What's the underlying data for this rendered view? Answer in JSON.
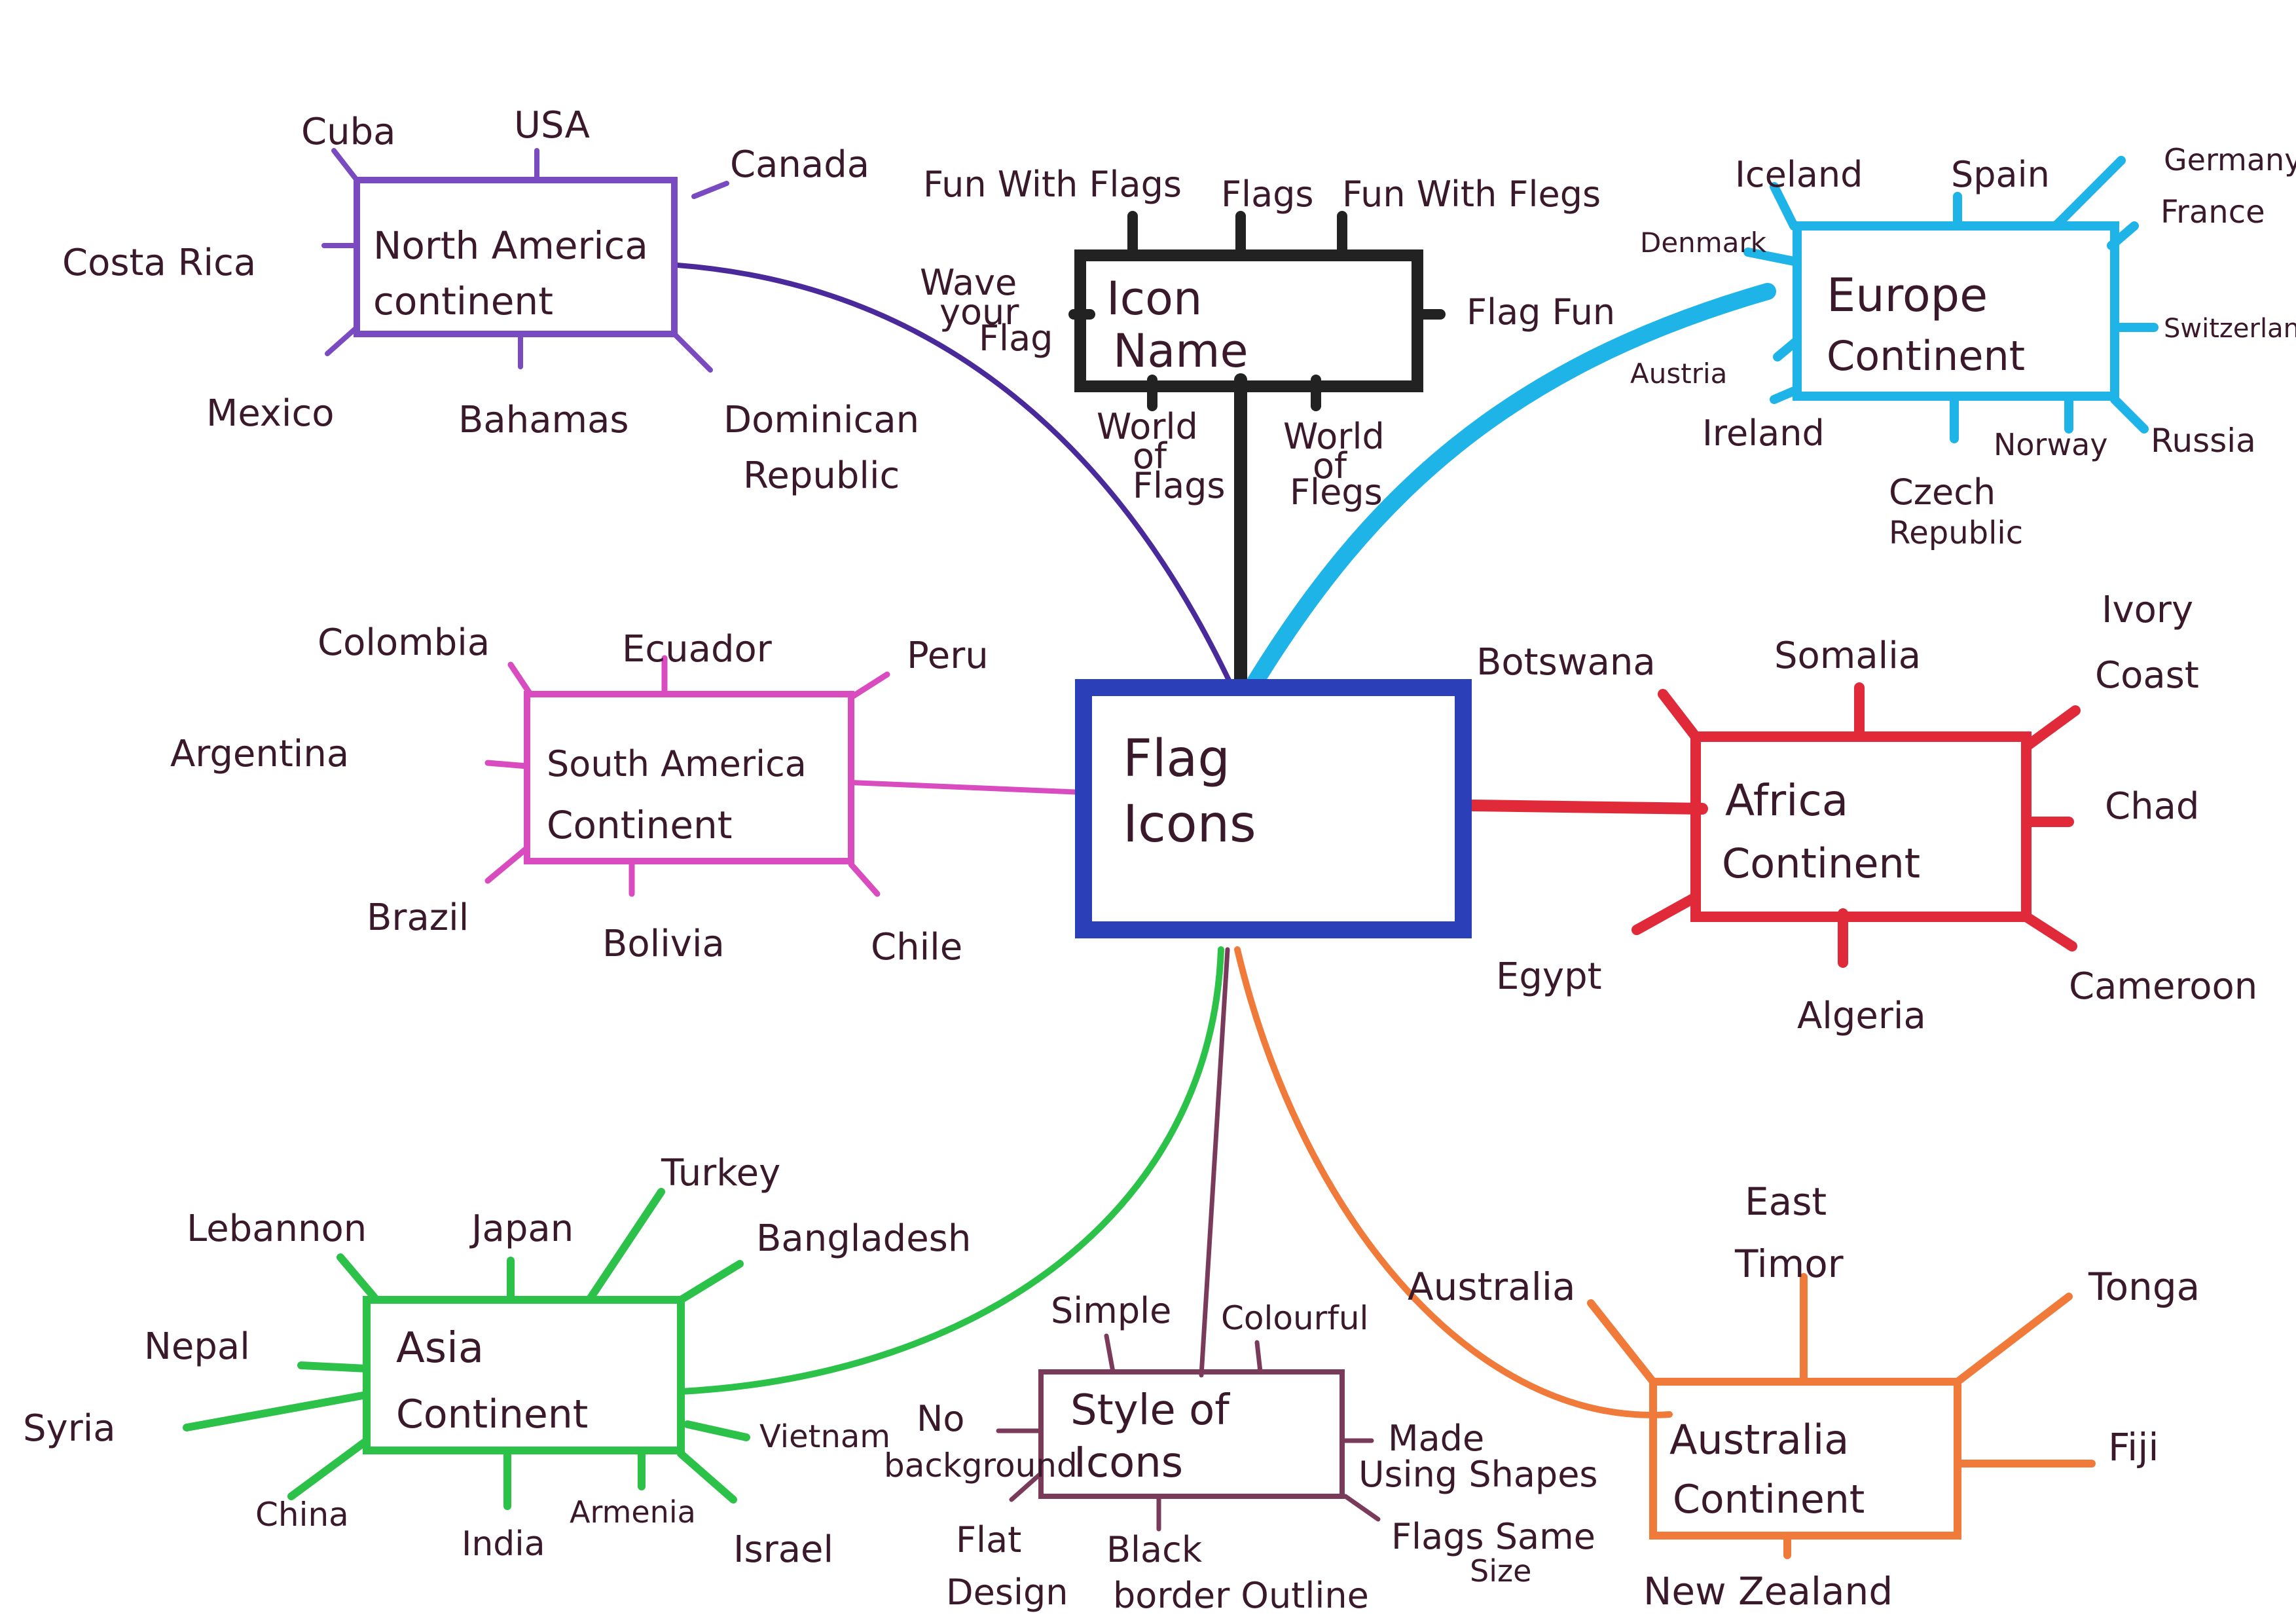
{
  "colors": {
    "center": "#2b3fb8",
    "north_america": "#7a4bc0",
    "north_america_link": "#4a2a9a",
    "europe": "#1fb4e8",
    "south_america": "#d94cc0",
    "africa": "#e02a3a",
    "asia": "#2cc24a",
    "australia": "#f07a3a",
    "style": "#7a3a5a",
    "icon_name": "#222222",
    "text": "#3a1a2a"
  },
  "center": {
    "line1": "Flag",
    "line2": "Icons"
  },
  "icon_name": {
    "line1": "Icon",
    "line2": "Name",
    "labels": {
      "fun_with_flags_1": "Fun With Flags",
      "flags": "Flags",
      "fun_with_flegs": "Fun With Flegs",
      "wave_1": "Wave",
      "wave_2": "your",
      "wave_3": "Flag",
      "flag_fun": "Flag Fun",
      "world_of_flags_1": "World",
      "world_of_flags_2": "of",
      "world_of_flags_3": "Flags",
      "world_of_flegs_1": "World",
      "world_of_flegs_2": "of",
      "world_of_flegs_3": "Flegs"
    }
  },
  "north_america": {
    "line1": "North America",
    "line2": "continent",
    "labels": {
      "cuba": "Cuba",
      "usa": "USA",
      "canada": "Canada",
      "costa_rica": "Costa Rica",
      "mexico": "Mexico",
      "bahamas": "Bahamas",
      "dominican_1": "Dominican",
      "dominican_2": "Republic"
    }
  },
  "europe": {
    "line1": "Europe",
    "line2": "Continent",
    "labels": {
      "iceland": "Iceland",
      "spain": "Spain",
      "germany": "Germany",
      "france": "France",
      "denmark": "Denmark",
      "switzerland": "Switzerland",
      "austria": "Austria",
      "ireland": "Ireland",
      "norway": "Norway",
      "russia": "Russia",
      "czech_1": "Czech",
      "czech_2": "Republic"
    }
  },
  "south_america": {
    "line1": "South America",
    "line2": "Continent",
    "labels": {
      "colombia": "Colombia",
      "ecuador": "Ecuador",
      "peru": "Peru",
      "argentina": "Argentina",
      "brazil": "Brazil",
      "bolivia": "Bolivia",
      "chile": "Chile"
    }
  },
  "africa": {
    "line1": "Africa",
    "line2": "Continent",
    "labels": {
      "botswana": "Botswana",
      "somalia": "Somalia",
      "ivory_1": "Ivory",
      "ivory_2": "Coast",
      "chad": "Chad",
      "egypt": "Egypt",
      "algeria": "Algeria",
      "cameroon": "Cameroon"
    }
  },
  "asia": {
    "line1": "Asia",
    "line2": "Continent",
    "labels": {
      "turkey": "Turkey",
      "lebannon": "Lebannon",
      "japan": "Japan",
      "bangladesh": "Bangladesh",
      "nepal": "Nepal",
      "syria": "Syria",
      "vietnam": "Vietnam",
      "china": "China",
      "india": "India",
      "armenia": "Armenia",
      "israel": "Israel"
    }
  },
  "style": {
    "line1": "Style of",
    "line2": "Icons",
    "labels": {
      "simple": "Simple",
      "colourful": "Colourful",
      "no_bg_1": "No",
      "no_bg_2": "background",
      "made_1": "Made",
      "made_2": "Using Shapes",
      "flat_1": "Flat",
      "flat_2": "Design",
      "black_1": "Black",
      "black_2": "border Outline",
      "same_1": "Flags Same",
      "same_2": "Size"
    }
  },
  "australia": {
    "line1": "Australia",
    "line2": "Continent",
    "labels": {
      "east_1": "East",
      "east_2": "Timor",
      "australia": "Australia",
      "tonga": "Tonga",
      "fiji": "Fiji",
      "new_zealand": "New Zealand"
    }
  }
}
